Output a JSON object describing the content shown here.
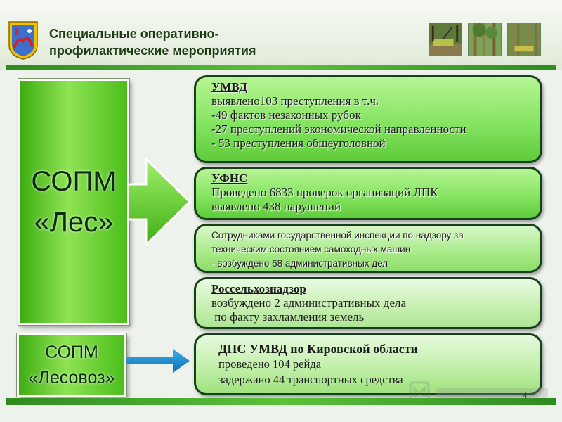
{
  "header": {
    "title_line1": "Специальные оперативно-",
    "title_line2": "профилактические мероприятия"
  },
  "left": {
    "sopm_les_line1": "СОПМ",
    "sopm_les_line2": "«Лес»",
    "sopm_lesovoz_line1": "СОПМ",
    "sopm_lesovoz_line2": "«Лесовоз»"
  },
  "boxes": {
    "umvd": {
      "heading": "УМВД",
      "lines": [
        "выявлено103 преступления в т.ч.",
        "-49 фактов незаконных рубок",
        "-27 преступлений экономической направленности",
        "- 53 преступления общеуголовной"
      ]
    },
    "ufns": {
      "heading": "УФНС",
      "lines": [
        "Проведено 6833 проверок организаций ЛПК",
        "выявлено 438 нарушений"
      ]
    },
    "gtn": {
      "lines": [
        "Сотрудниками государственной инспекции  по надзору за",
        "техническим  состоянием самоходных  машин",
        "- возбуждено  68 административных  дел"
      ]
    },
    "rsn": {
      "heading": "Россельхознадзор",
      "lines": [
        "возбуждено 2 административных дела",
        " по факту захламления земель"
      ]
    },
    "dps": {
      "heading": "ДПС УМВД по Кировской области",
      "lines": [
        "проведено 104 рейда",
        "задержано 44 транспортных средства"
      ]
    }
  },
  "footer": {
    "page_number": "4"
  },
  "colors": {
    "accent_green": "#5bc23a",
    "box_border": "#14401a"
  }
}
